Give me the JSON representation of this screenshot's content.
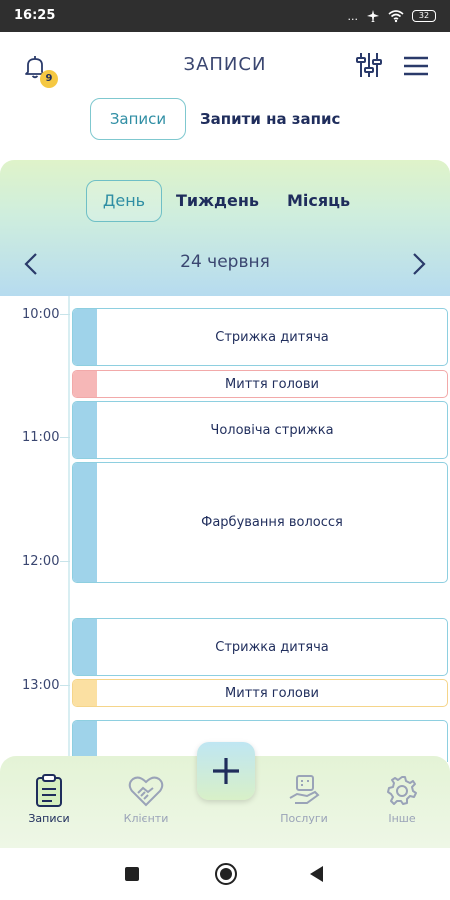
{
  "status_bar": {
    "time": "16:25",
    "signal": "...",
    "battery": "32"
  },
  "header": {
    "title": "ЗАПИСИ",
    "notification_count": "9"
  },
  "top_tabs": {
    "records": "Записи",
    "requests": "Запити на запис"
  },
  "view_tabs": {
    "day": "День",
    "week": "Тиждень",
    "month": "Місяць"
  },
  "date": {
    "label": "24 червня"
  },
  "timeline": {
    "hours": [
      "10:00",
      "11:00",
      "12:00",
      "13:00"
    ],
    "appointments": [
      {
        "title": "Стрижка дитяча",
        "color": "#9fd3ea"
      },
      {
        "title": "Миття голови",
        "color": "#f6b7b7"
      },
      {
        "title": "Чоловіча стрижка",
        "color": "#9fd3ea"
      },
      {
        "title": "Фарбування волосся",
        "color": "#9fd3ea"
      },
      {
        "title": "Стрижка дитяча",
        "color": "#9fd3ea"
      },
      {
        "title": "Миття голови",
        "color": "#fbe0a2"
      },
      {
        "title": "",
        "color": "#9fd3ea"
      }
    ]
  },
  "bottom_nav": {
    "records": "Записи",
    "clients": "Клієнти",
    "services": "Послуги",
    "other": "Інше"
  },
  "colors": {
    "accent": "#2f8ea4",
    "text": "#1f2d5c",
    "appt_blue": "#9fd3ea"
  }
}
